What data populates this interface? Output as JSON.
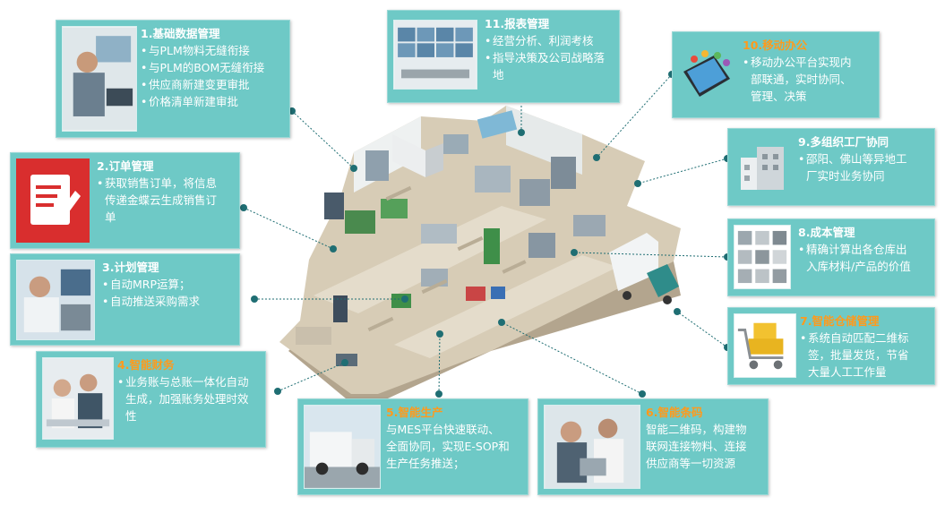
{
  "cards": [
    {
      "id": "c1",
      "title": "1.基础数据管理",
      "title_color": "#ffffff",
      "items": [
        "与PLM物料无缝衔接",
        "与PLM的BOM无缝衔接",
        "供应商新建变更审批",
        "价格清单新建审批"
      ],
      "bullets": true,
      "icon": "engineer-workstation-photo"
    },
    {
      "id": "c2",
      "title": "2.订单管理",
      "title_color": "#ffffff",
      "items": [
        "获取销售订单，将信息",
        "传递金蝶云生成销售订",
        "单"
      ],
      "bullets": true,
      "icon": "order-edit-icon"
    },
    {
      "id": "c3",
      "title": "3.计划管理",
      "title_color": "#ffffff",
      "items": [
        "自动MRP运算；",
        "自动推送采购需求"
      ],
      "bullets": true,
      "icon": "lab-worker-photo"
    },
    {
      "id": "c4",
      "title": "4.智能财务",
      "title_color": "#ff9a1c",
      "items": [
        "业务账与总账一体化自动",
        "生成，加强账务处理时效",
        "性"
      ],
      "bullets": true,
      "icon": "finance-team-photo"
    },
    {
      "id": "c5",
      "title": "5.智能生产",
      "title_color": "#ff9a1c",
      "items": [
        "与MES平台快速联动、",
        "全面协同，实现E-SOP和",
        "生产任务推送；"
      ],
      "bullets": false,
      "icon": "truck-photo"
    },
    {
      "id": "c6",
      "title": "6.智能条码",
      "title_color": "#ff9a1c",
      "items": [
        "智能二维码，构建物",
        "联网连接物料、连接",
        "供应商等一切资源"
      ],
      "bullets": false,
      "icon": "barcode-workers-photo"
    },
    {
      "id": "c7",
      "title": "7.智能仓储管理",
      "title_color": "#ff9a1c",
      "items": [
        "系统自动匹配二维标",
        "签，批量发货，节省",
        "大量人工工作量"
      ],
      "bullets": true,
      "icon": "shopping-cart-icon"
    },
    {
      "id": "c8",
      "title": "8.成本管理",
      "title_color": "#ffffff",
      "items": [
        "精确计算出各仓库出",
        "入库材料/产品的价值"
      ],
      "bullets": true,
      "icon": "product-grid-photo"
    },
    {
      "id": "c9",
      "title": "9.多组织工厂协同",
      "title_color": "#ffffff",
      "items": [
        "邵阳、佛山等异地工",
        "厂实时业务协同"
      ],
      "bullets": true,
      "icon": "buildings-icon"
    },
    {
      "id": "c10",
      "title": "10.移动办公",
      "title_color": "#ff9a1c",
      "items": [
        "移动办公平台实现内",
        "部联通，实时协同、",
        "管理、决策"
      ],
      "bullets": true,
      "icon": "smartphone-apps-icon"
    },
    {
      "id": "c11",
      "title": "11.报表管理",
      "title_color": "#ffffff",
      "items": [
        "经营分析、利润考核",
        "指导决策及公司战略落",
        "地"
      ],
      "bullets": true,
      "icon": "control-room-photo"
    }
  ],
  "colors": {
    "card_bg": "#6ec9c6",
    "accent_orange": "#ff9a1c",
    "connector": "#1f6e73",
    "floor": "#cdbfa9"
  }
}
